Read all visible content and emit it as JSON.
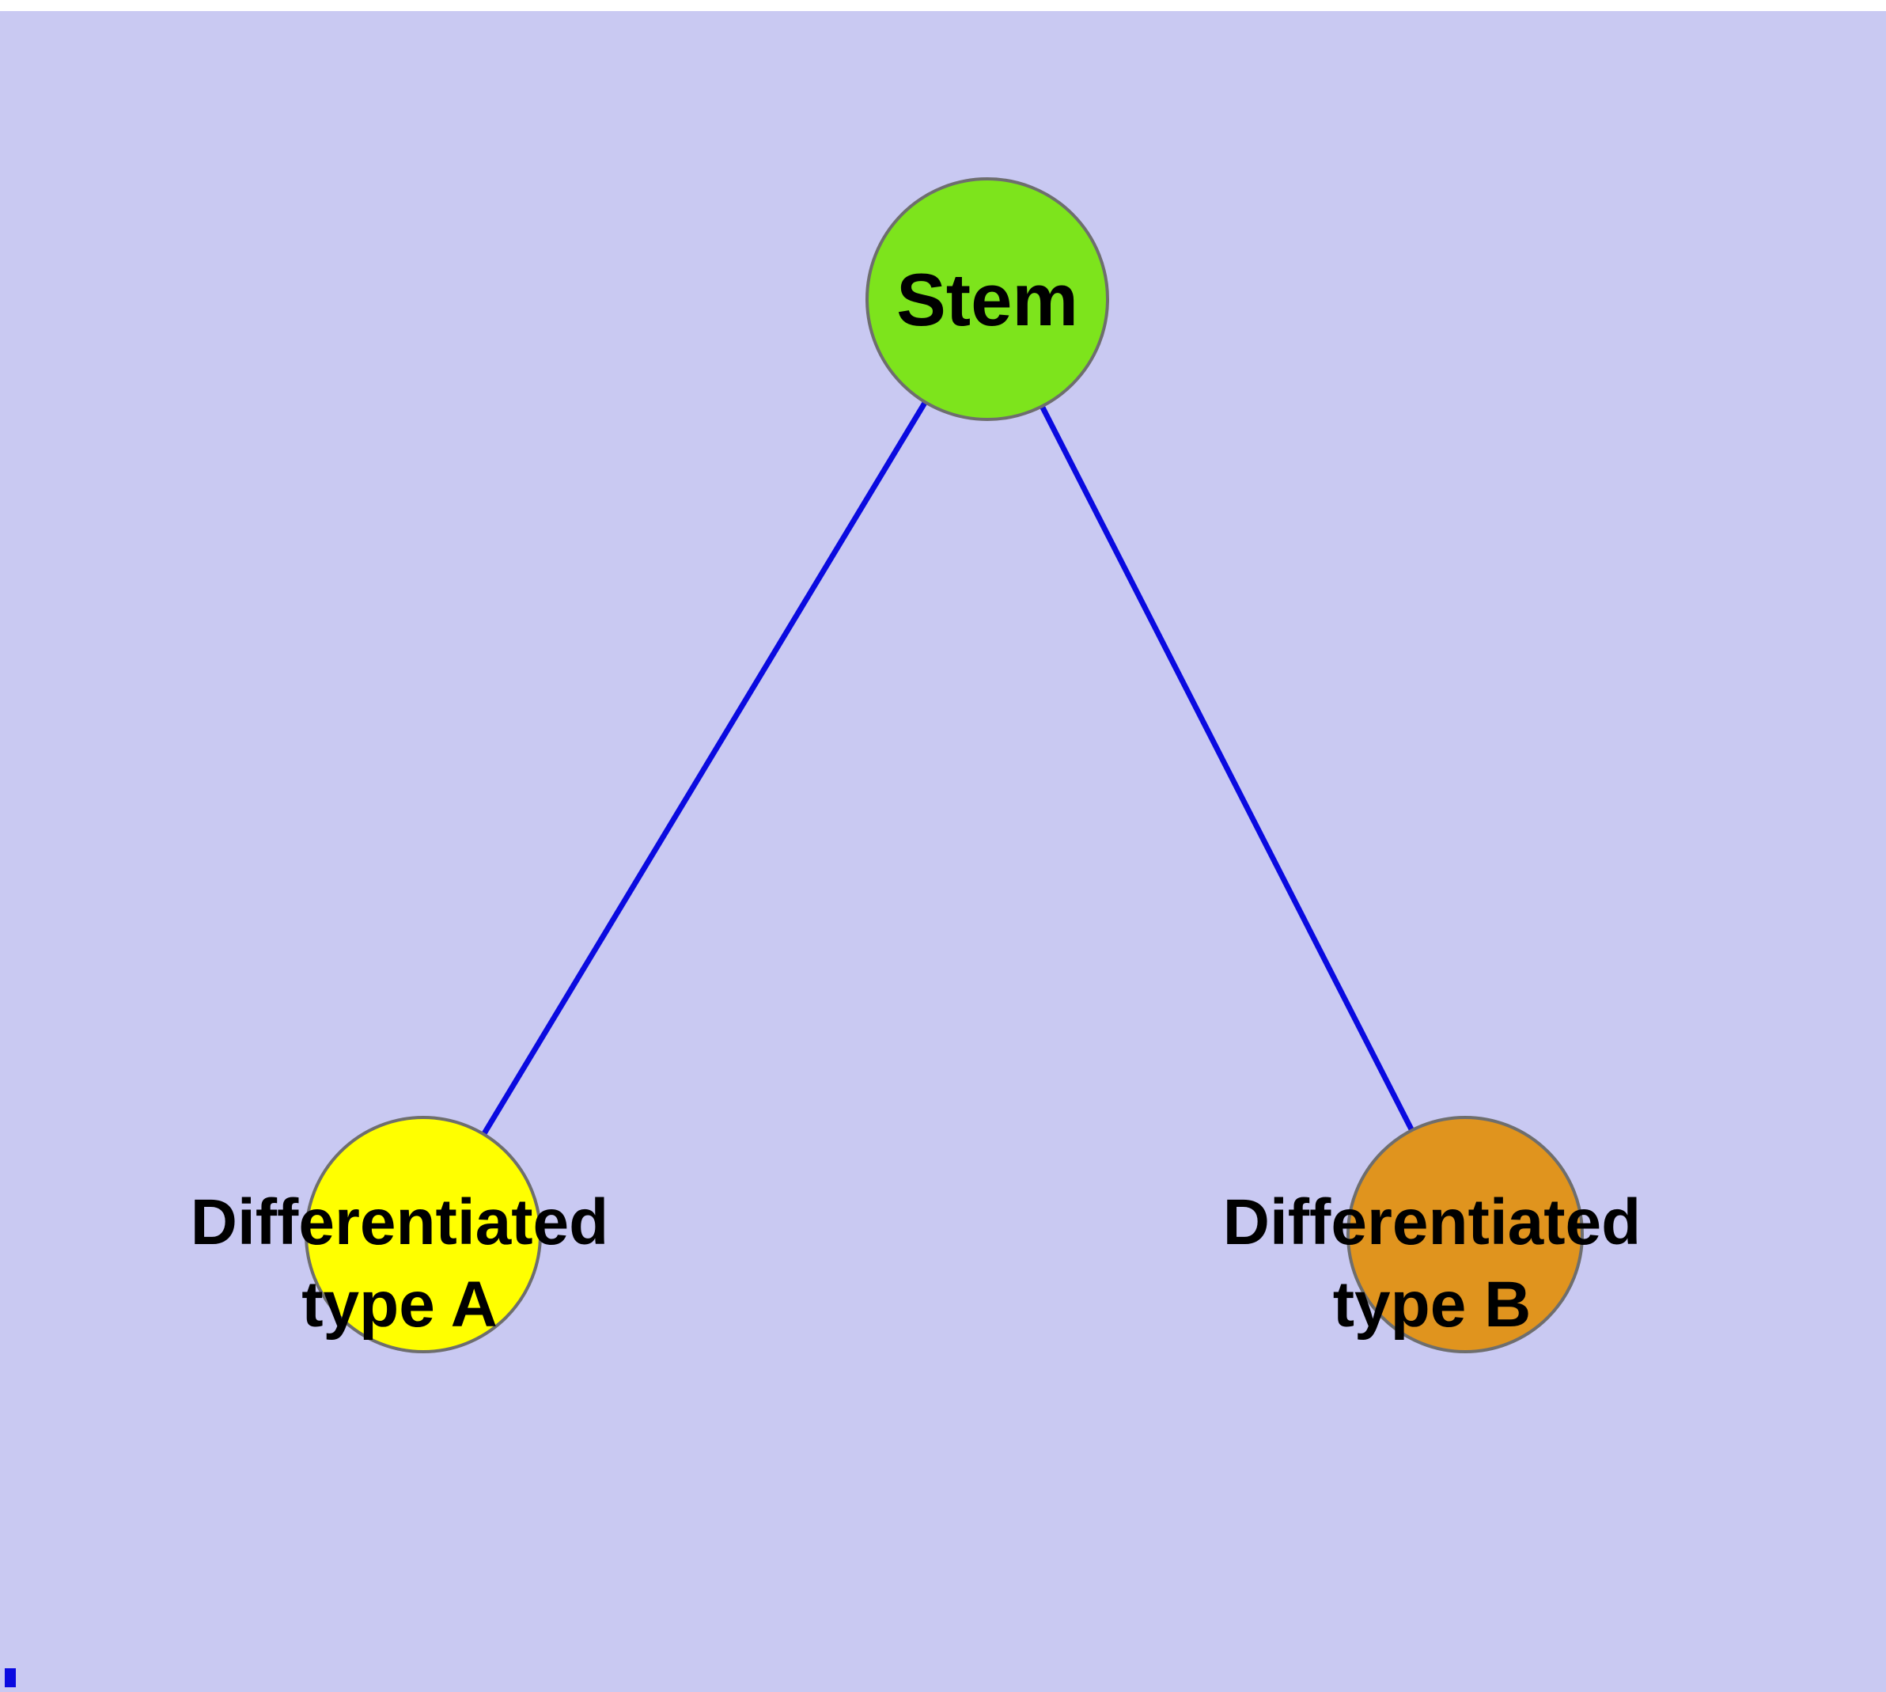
{
  "diagram": {
    "background_color": "#c9c9f2",
    "edge_color": "#0a0ae0",
    "node_stroke_color": "#6e6e6e",
    "label_color": "#000000",
    "nodes": [
      {
        "id": "stem",
        "label": "Stem",
        "label_lines": [
          "Stem"
        ],
        "fill": "#7de41c"
      },
      {
        "id": "differentiated-type-a",
        "label": "Differentiated type A",
        "label_lines": [
          "Differentiated",
          "type A"
        ],
        "fill": "#ffff00"
      },
      {
        "id": "differentiated-type-b",
        "label": "Differentiated type B",
        "label_lines": [
          "Differentiated",
          "type B"
        ],
        "fill": "#e0941e"
      }
    ],
    "edges": [
      {
        "from": "stem",
        "to": "differentiated-type-a"
      },
      {
        "from": "stem",
        "to": "differentiated-type-b"
      }
    ]
  }
}
